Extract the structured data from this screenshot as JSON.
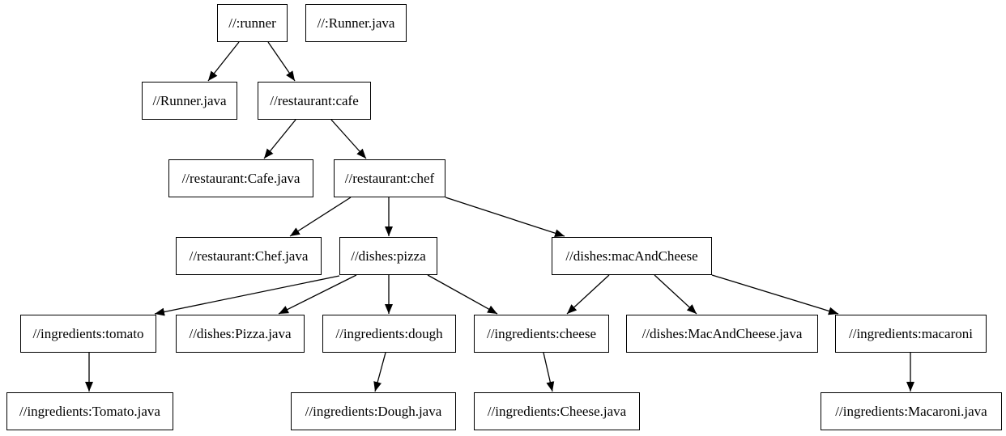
{
  "diagram": {
    "type": "dependency-graph",
    "background_color": "#ffffff",
    "node_fill_color": "#ffffff",
    "node_border_color": "#000000",
    "text_color": "#000000",
    "edge_color": "#000000",
    "nodes": [
      {
        "id": "runner",
        "label": "//:runner"
      },
      {
        "id": "runner_java_top",
        "label": "//:Runner.java"
      },
      {
        "id": "runner_java",
        "label": "//Runner.java"
      },
      {
        "id": "cafe",
        "label": "//restaurant:cafe"
      },
      {
        "id": "cafe_java",
        "label": "//restaurant:Cafe.java"
      },
      {
        "id": "chef",
        "label": "//restaurant:chef"
      },
      {
        "id": "chef_java",
        "label": "//restaurant:Chef.java"
      },
      {
        "id": "pizza",
        "label": "//dishes:pizza"
      },
      {
        "id": "macandcheese",
        "label": "//dishes:macAndCheese"
      },
      {
        "id": "tomato",
        "label": "//ingredients:tomato"
      },
      {
        "id": "pizza_java",
        "label": "//dishes:Pizza.java"
      },
      {
        "id": "dough",
        "label": "//ingredients:dough"
      },
      {
        "id": "cheese",
        "label": "//ingredients:cheese"
      },
      {
        "id": "macandcheese_java",
        "label": "//dishes:MacAndCheese.java"
      },
      {
        "id": "macaroni",
        "label": "//ingredients:macaroni"
      },
      {
        "id": "tomato_java",
        "label": "//ingredients:Tomato.java"
      },
      {
        "id": "dough_java",
        "label": "//ingredients:Dough.java"
      },
      {
        "id": "cheese_java",
        "label": "//ingredients:Cheese.java"
      },
      {
        "id": "macaroni_java",
        "label": "//ingredients:Macaroni.java"
      }
    ],
    "edges": [
      {
        "from": "runner",
        "to": "runner_java"
      },
      {
        "from": "runner",
        "to": "cafe"
      },
      {
        "from": "cafe",
        "to": "cafe_java"
      },
      {
        "from": "cafe",
        "to": "chef"
      },
      {
        "from": "chef",
        "to": "chef_java"
      },
      {
        "from": "chef",
        "to": "pizza"
      },
      {
        "from": "chef",
        "to": "macandcheese"
      },
      {
        "from": "pizza",
        "to": "tomato"
      },
      {
        "from": "pizza",
        "to": "pizza_java"
      },
      {
        "from": "pizza",
        "to": "dough"
      },
      {
        "from": "pizza",
        "to": "cheese"
      },
      {
        "from": "macandcheese",
        "to": "cheese"
      },
      {
        "from": "macandcheese",
        "to": "macandcheese_java"
      },
      {
        "from": "macandcheese",
        "to": "macaroni"
      },
      {
        "from": "tomato",
        "to": "tomato_java"
      },
      {
        "from": "dough",
        "to": "dough_java"
      },
      {
        "from": "cheese",
        "to": "cheese_java"
      },
      {
        "from": "macaroni",
        "to": "macaroni_java"
      }
    ]
  }
}
